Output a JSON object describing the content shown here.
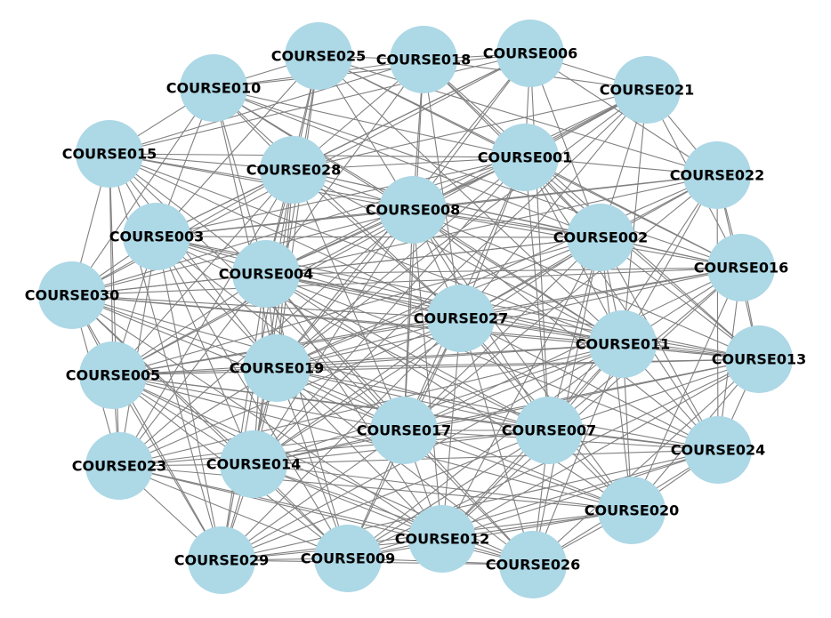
{
  "graph": {
    "node_color": "#add8e6",
    "edge_color": "#808080",
    "label_color": "#000000",
    "nodes": [
      {
        "id": "COURSE025",
        "label": "COURSE025"
      },
      {
        "id": "COURSE018",
        "label": "COURSE018"
      },
      {
        "id": "COURSE006",
        "label": "COURSE006"
      },
      {
        "id": "COURSE010",
        "label": "COURSE010"
      },
      {
        "id": "COURSE021",
        "label": "COURSE021"
      },
      {
        "id": "COURSE015",
        "label": "COURSE015"
      },
      {
        "id": "COURSE001",
        "label": "COURSE001"
      },
      {
        "id": "COURSE028",
        "label": "COURSE028"
      },
      {
        "id": "COURSE022",
        "label": "COURSE022"
      },
      {
        "id": "COURSE008",
        "label": "COURSE008"
      },
      {
        "id": "COURSE003",
        "label": "COURSE003"
      },
      {
        "id": "COURSE002",
        "label": "COURSE002"
      },
      {
        "id": "COURSE016",
        "label": "COURSE016"
      },
      {
        "id": "COURSE004",
        "label": "COURSE004"
      },
      {
        "id": "COURSE030",
        "label": "COURSE030"
      },
      {
        "id": "COURSE027",
        "label": "COURSE027"
      },
      {
        "id": "COURSE011",
        "label": "COURSE011"
      },
      {
        "id": "COURSE013",
        "label": "COURSE013"
      },
      {
        "id": "COURSE005",
        "label": "COURSE005"
      },
      {
        "id": "COURSE019",
        "label": "COURSE019"
      },
      {
        "id": "COURSE017",
        "label": "COURSE017"
      },
      {
        "id": "COURSE007",
        "label": "COURSE007"
      },
      {
        "id": "COURSE024",
        "label": "COURSE024"
      },
      {
        "id": "COURSE023",
        "label": "COURSE023"
      },
      {
        "id": "COURSE014",
        "label": "COURSE014"
      },
      {
        "id": "COURSE020",
        "label": "COURSE020"
      },
      {
        "id": "COURSE012",
        "label": "COURSE012"
      },
      {
        "id": "COURSE029",
        "label": "COURSE029"
      },
      {
        "id": "COURSE009",
        "label": "COURSE009"
      },
      {
        "id": "COURSE026",
        "label": "COURSE026"
      }
    ],
    "edges": [
      [
        "COURSE025",
        "COURSE018"
      ],
      [
        "COURSE025",
        "COURSE010"
      ],
      [
        "COURSE025",
        "COURSE028"
      ],
      [
        "COURSE025",
        "COURSE008"
      ],
      [
        "COURSE025",
        "COURSE001"
      ],
      [
        "COURSE025",
        "COURSE003"
      ],
      [
        "COURSE025",
        "COURSE004"
      ],
      [
        "COURSE025",
        "COURSE022"
      ],
      [
        "COURSE025",
        "COURSE016"
      ],
      [
        "COURSE025",
        "COURSE019"
      ],
      [
        "COURSE025",
        "COURSE011"
      ],
      [
        "COURSE025",
        "COURSE014"
      ],
      [
        "COURSE018",
        "COURSE006"
      ],
      [
        "COURSE018",
        "COURSE010"
      ],
      [
        "COURSE018",
        "COURSE021"
      ],
      [
        "COURSE018",
        "COURSE001"
      ],
      [
        "COURSE018",
        "COURSE008"
      ],
      [
        "COURSE018",
        "COURSE028"
      ],
      [
        "COURSE018",
        "COURSE002"
      ],
      [
        "COURSE018",
        "COURSE004"
      ],
      [
        "COURSE018",
        "COURSE027"
      ],
      [
        "COURSE018",
        "COURSE015"
      ],
      [
        "COURSE018",
        "COURSE013"
      ],
      [
        "COURSE018",
        "COURSE017"
      ],
      [
        "COURSE006",
        "COURSE021"
      ],
      [
        "COURSE006",
        "COURSE001"
      ],
      [
        "COURSE006",
        "COURSE008"
      ],
      [
        "COURSE006",
        "COURSE010"
      ],
      [
        "COURSE006",
        "COURSE028"
      ],
      [
        "COURSE006",
        "COURSE022"
      ],
      [
        "COURSE006",
        "COURSE002"
      ],
      [
        "COURSE006",
        "COURSE003"
      ],
      [
        "COURSE006",
        "COURSE015"
      ],
      [
        "COURSE006",
        "COURSE019"
      ],
      [
        "COURSE006",
        "COURSE007"
      ],
      [
        "COURSE006",
        "COURSE030"
      ],
      [
        "COURSE010",
        "COURSE015"
      ],
      [
        "COURSE010",
        "COURSE028"
      ],
      [
        "COURSE010",
        "COURSE003"
      ],
      [
        "COURSE010",
        "COURSE008"
      ],
      [
        "COURSE010",
        "COURSE001"
      ],
      [
        "COURSE010",
        "COURSE004"
      ],
      [
        "COURSE010",
        "COURSE002"
      ],
      [
        "COURSE010",
        "COURSE030"
      ],
      [
        "COURSE010",
        "COURSE027"
      ],
      [
        "COURSE010",
        "COURSE016"
      ],
      [
        "COURSE010",
        "COURSE019"
      ],
      [
        "COURSE010",
        "COURSE011"
      ],
      [
        "COURSE021",
        "COURSE022"
      ],
      [
        "COURSE021",
        "COURSE001"
      ],
      [
        "COURSE021",
        "COURSE002"
      ],
      [
        "COURSE021",
        "COURSE008"
      ],
      [
        "COURSE021",
        "COURSE016"
      ],
      [
        "COURSE021",
        "COURSE028"
      ],
      [
        "COURSE021",
        "COURSE004"
      ],
      [
        "COURSE021",
        "COURSE027"
      ],
      [
        "COURSE021",
        "COURSE011"
      ],
      [
        "COURSE021",
        "COURSE019"
      ],
      [
        "COURSE021",
        "COURSE005"
      ],
      [
        "COURSE021",
        "COURSE014"
      ],
      [
        "COURSE015",
        "COURSE003"
      ],
      [
        "COURSE015",
        "COURSE030"
      ],
      [
        "COURSE015",
        "COURSE028"
      ],
      [
        "COURSE015",
        "COURSE004"
      ],
      [
        "COURSE015",
        "COURSE005"
      ],
      [
        "COURSE015",
        "COURSE008"
      ],
      [
        "COURSE015",
        "COURSE001"
      ],
      [
        "COURSE015",
        "COURSE002"
      ],
      [
        "COURSE015",
        "COURSE019"
      ],
      [
        "COURSE015",
        "COURSE027"
      ],
      [
        "COURSE015",
        "COURSE023"
      ],
      [
        "COURSE015",
        "COURSE029"
      ],
      [
        "COURSE015",
        "COURSE017"
      ],
      [
        "COURSE015",
        "COURSE011"
      ],
      [
        "COURSE001",
        "COURSE028"
      ],
      [
        "COURSE001",
        "COURSE008"
      ],
      [
        "COURSE001",
        "COURSE002"
      ],
      [
        "COURSE001",
        "COURSE022"
      ],
      [
        "COURSE001",
        "COURSE016"
      ],
      [
        "COURSE001",
        "COURSE003"
      ],
      [
        "COURSE001",
        "COURSE004"
      ],
      [
        "COURSE001",
        "COURSE027"
      ],
      [
        "COURSE001",
        "COURSE011"
      ],
      [
        "COURSE001",
        "COURSE013"
      ],
      [
        "COURSE001",
        "COURSE019"
      ],
      [
        "COURSE001",
        "COURSE017"
      ],
      [
        "COURSE001",
        "COURSE007"
      ],
      [
        "COURSE001",
        "COURSE030"
      ],
      [
        "COURSE001",
        "COURSE024"
      ],
      [
        "COURSE001",
        "COURSE014"
      ],
      [
        "COURSE028",
        "COURSE008"
      ],
      [
        "COURSE028",
        "COURSE003"
      ],
      [
        "COURSE028",
        "COURSE004"
      ],
      [
        "COURSE028",
        "COURSE002"
      ],
      [
        "COURSE028",
        "COURSE030"
      ],
      [
        "COURSE028",
        "COURSE027"
      ],
      [
        "COURSE028",
        "COURSE019"
      ],
      [
        "COURSE028",
        "COURSE005"
      ],
      [
        "COURSE028",
        "COURSE011"
      ],
      [
        "COURSE028",
        "COURSE016"
      ],
      [
        "COURSE028",
        "COURSE017"
      ],
      [
        "COURSE028",
        "COURSE014"
      ],
      [
        "COURSE028",
        "COURSE023"
      ],
      [
        "COURSE028",
        "COURSE029"
      ],
      [
        "COURSE022",
        "COURSE016"
      ],
      [
        "COURSE022",
        "COURSE002"
      ],
      [
        "COURSE022",
        "COURSE008"
      ],
      [
        "COURSE022",
        "COURSE013"
      ],
      [
        "COURSE022",
        "COURSE011"
      ],
      [
        "COURSE022",
        "COURSE027"
      ],
      [
        "COURSE022",
        "COURSE003"
      ],
      [
        "COURSE022",
        "COURSE004"
      ],
      [
        "COURSE022",
        "COURSE024"
      ],
      [
        "COURSE022",
        "COURSE019"
      ],
      [
        "COURSE022",
        "COURSE007"
      ],
      [
        "COURSE022",
        "COURSE017"
      ],
      [
        "COURSE008",
        "COURSE002"
      ],
      [
        "COURSE008",
        "COURSE003"
      ],
      [
        "COURSE008",
        "COURSE004"
      ],
      [
        "COURSE008",
        "COURSE027"
      ],
      [
        "COURSE008",
        "COURSE016"
      ],
      [
        "COURSE008",
        "COURSE030"
      ],
      [
        "COURSE008",
        "COURSE011"
      ],
      [
        "COURSE008",
        "COURSE019"
      ],
      [
        "COURSE008",
        "COURSE005"
      ],
      [
        "COURSE008",
        "COURSE013"
      ],
      [
        "COURSE008",
        "COURSE017"
      ],
      [
        "COURSE008",
        "COURSE007"
      ],
      [
        "COURSE008",
        "COURSE014"
      ],
      [
        "COURSE008",
        "COURSE024"
      ],
      [
        "COURSE008",
        "COURSE020"
      ],
      [
        "COURSE008",
        "COURSE023"
      ],
      [
        "COURSE008",
        "COURSE012"
      ],
      [
        "COURSE003",
        "COURSE030"
      ],
      [
        "COURSE003",
        "COURSE004"
      ],
      [
        "COURSE003",
        "COURSE005"
      ],
      [
        "COURSE003",
        "COURSE019"
      ],
      [
        "COURSE003",
        "COURSE027"
      ],
      [
        "COURSE003",
        "COURSE002"
      ],
      [
        "COURSE003",
        "COURSE014"
      ],
      [
        "COURSE003",
        "COURSE023"
      ],
      [
        "COURSE003",
        "COURSE017"
      ],
      [
        "COURSE003",
        "COURSE011"
      ],
      [
        "COURSE003",
        "COURSE029"
      ],
      [
        "COURSE003",
        "COURSE009"
      ],
      [
        "COURSE003",
        "COURSE013"
      ],
      [
        "COURSE003",
        "COURSE007"
      ],
      [
        "COURSE002",
        "COURSE016"
      ],
      [
        "COURSE002",
        "COURSE027"
      ],
      [
        "COURSE002",
        "COURSE011"
      ],
      [
        "COURSE002",
        "COURSE013"
      ],
      [
        "COURSE002",
        "COURSE004"
      ],
      [
        "COURSE002",
        "COURSE007"
      ],
      [
        "COURSE002",
        "COURSE024"
      ],
      [
        "COURSE002",
        "COURSE019"
      ],
      [
        "COURSE002",
        "COURSE017"
      ],
      [
        "COURSE002",
        "COURSE020"
      ],
      [
        "COURSE002",
        "COURSE005"
      ],
      [
        "COURSE002",
        "COURSE030"
      ],
      [
        "COURSE002",
        "COURSE014"
      ],
      [
        "COURSE002",
        "COURSE012"
      ],
      [
        "COURSE002",
        "COURSE026"
      ],
      [
        "COURSE016",
        "COURSE013"
      ],
      [
        "COURSE016",
        "COURSE011"
      ],
      [
        "COURSE016",
        "COURSE027"
      ],
      [
        "COURSE016",
        "COURSE024"
      ],
      [
        "COURSE016",
        "COURSE007"
      ],
      [
        "COURSE016",
        "COURSE004"
      ],
      [
        "COURSE016",
        "COURSE019"
      ],
      [
        "COURSE016",
        "COURSE020"
      ],
      [
        "COURSE016",
        "COURSE017"
      ],
      [
        "COURSE016",
        "COURSE030"
      ],
      [
        "COURSE016",
        "COURSE005"
      ],
      [
        "COURSE016",
        "COURSE012"
      ],
      [
        "COURSE004",
        "COURSE030"
      ],
      [
        "COURSE004",
        "COURSE027"
      ],
      [
        "COURSE004",
        "COURSE019"
      ],
      [
        "COURSE004",
        "COURSE005"
      ],
      [
        "COURSE004",
        "COURSE011"
      ],
      [
        "COURSE004",
        "COURSE017"
      ],
      [
        "COURSE004",
        "COURSE014"
      ],
      [
        "COURSE004",
        "COURSE023"
      ],
      [
        "COURSE004",
        "COURSE007"
      ],
      [
        "COURSE004",
        "COURSE013"
      ],
      [
        "COURSE004",
        "COURSE029"
      ],
      [
        "COURSE004",
        "COURSE009"
      ],
      [
        "COURSE004",
        "COURSE012"
      ],
      [
        "COURSE004",
        "COURSE020"
      ],
      [
        "COURSE004",
        "COURSE024"
      ],
      [
        "COURSE004",
        "COURSE026"
      ],
      [
        "COURSE030",
        "COURSE005"
      ],
      [
        "COURSE030",
        "COURSE019"
      ],
      [
        "COURSE030",
        "COURSE027"
      ],
      [
        "COURSE030",
        "COURSE023"
      ],
      [
        "COURSE030",
        "COURSE014"
      ],
      [
        "COURSE030",
        "COURSE017"
      ],
      [
        "COURSE030",
        "COURSE029"
      ],
      [
        "COURSE030",
        "COURSE011"
      ],
      [
        "COURSE030",
        "COURSE013"
      ],
      [
        "COURSE030",
        "COURSE009"
      ],
      [
        "COURSE030",
        "COURSE007"
      ],
      [
        "COURSE030",
        "COURSE012"
      ],
      [
        "COURSE027",
        "COURSE011"
      ],
      [
        "COURSE027",
        "COURSE019"
      ],
      [
        "COURSE027",
        "COURSE017"
      ],
      [
        "COURSE027",
        "COURSE007"
      ],
      [
        "COURSE027",
        "COURSE013"
      ],
      [
        "COURSE027",
        "COURSE005"
      ],
      [
        "COURSE027",
        "COURSE014"
      ],
      [
        "COURSE027",
        "COURSE024"
      ],
      [
        "COURSE027",
        "COURSE020"
      ],
      [
        "COURSE027",
        "COURSE012"
      ],
      [
        "COURSE027",
        "COURSE023"
      ],
      [
        "COURSE027",
        "COURSE029"
      ],
      [
        "COURSE027",
        "COURSE009"
      ],
      [
        "COURSE027",
        "COURSE026"
      ],
      [
        "COURSE011",
        "COURSE013"
      ],
      [
        "COURSE011",
        "COURSE024"
      ],
      [
        "COURSE011",
        "COURSE007"
      ],
      [
        "COURSE011",
        "COURSE017"
      ],
      [
        "COURSE011",
        "COURSE019"
      ],
      [
        "COURSE011",
        "COURSE020"
      ],
      [
        "COURSE011",
        "COURSE014"
      ],
      [
        "COURSE011",
        "COURSE005"
      ],
      [
        "COURSE011",
        "COURSE012"
      ],
      [
        "COURSE011",
        "COURSE026"
      ],
      [
        "COURSE011",
        "COURSE009"
      ],
      [
        "COURSE011",
        "COURSE029"
      ],
      [
        "COURSE011",
        "COURSE023"
      ],
      [
        "COURSE013",
        "COURSE024"
      ],
      [
        "COURSE013",
        "COURSE007"
      ],
      [
        "COURSE013",
        "COURSE020"
      ],
      [
        "COURSE013",
        "COURSE017"
      ],
      [
        "COURSE013",
        "COURSE019"
      ],
      [
        "COURSE013",
        "COURSE026"
      ],
      [
        "COURSE013",
        "COURSE012"
      ],
      [
        "COURSE013",
        "COURSE005"
      ],
      [
        "COURSE013",
        "COURSE014"
      ],
      [
        "COURSE013",
        "COURSE009"
      ],
      [
        "COURSE005",
        "COURSE019"
      ],
      [
        "COURSE005",
        "COURSE023"
      ],
      [
        "COURSE005",
        "COURSE014"
      ],
      [
        "COURSE005",
        "COURSE017"
      ],
      [
        "COURSE005",
        "COURSE029"
      ],
      [
        "COURSE005",
        "COURSE009"
      ],
      [
        "COURSE005",
        "COURSE007"
      ],
      [
        "COURSE005",
        "COURSE012"
      ],
      [
        "COURSE005",
        "COURSE024"
      ],
      [
        "COURSE005",
        "COURSE020"
      ],
      [
        "COURSE005",
        "COURSE026"
      ],
      [
        "COURSE019",
        "COURSE017"
      ],
      [
        "COURSE019",
        "COURSE014"
      ],
      [
        "COURSE019",
        "COURSE023"
      ],
      [
        "COURSE019",
        "COURSE007"
      ],
      [
        "COURSE019",
        "COURSE029"
      ],
      [
        "COURSE019",
        "COURSE009"
      ],
      [
        "COURSE019",
        "COURSE012"
      ],
      [
        "COURSE019",
        "COURSE024"
      ],
      [
        "COURSE019",
        "COURSE020"
      ],
      [
        "COURSE019",
        "COURSE026"
      ],
      [
        "COURSE017",
        "COURSE007"
      ],
      [
        "COURSE017",
        "COURSE014"
      ],
      [
        "COURSE017",
        "COURSE012"
      ],
      [
        "COURSE017",
        "COURSE009"
      ],
      [
        "COURSE017",
        "COURSE029"
      ],
      [
        "COURSE017",
        "COURSE023"
      ],
      [
        "COURSE017",
        "COURSE020"
      ],
      [
        "COURSE017",
        "COURSE024"
      ],
      [
        "COURSE017",
        "COURSE026"
      ],
      [
        "COURSE007",
        "COURSE024"
      ],
      [
        "COURSE007",
        "COURSE020"
      ],
      [
        "COURSE007",
        "COURSE012"
      ],
      [
        "COURSE007",
        "COURSE026"
      ],
      [
        "COURSE007",
        "COURSE014"
      ],
      [
        "COURSE007",
        "COURSE009"
      ],
      [
        "COURSE007",
        "COURSE029"
      ],
      [
        "COURSE007",
        "COURSE023"
      ],
      [
        "COURSE024",
        "COURSE020"
      ],
      [
        "COURSE024",
        "COURSE026"
      ],
      [
        "COURSE024",
        "COURSE012"
      ],
      [
        "COURSE024",
        "COURSE014"
      ],
      [
        "COURSE024",
        "COURSE009"
      ],
      [
        "COURSE024",
        "COURSE029"
      ],
      [
        "COURSE023",
        "COURSE014"
      ],
      [
        "COURSE023",
        "COURSE029"
      ],
      [
        "COURSE023",
        "COURSE009"
      ],
      [
        "COURSE023",
        "COURSE012"
      ],
      [
        "COURSE023",
        "COURSE020"
      ],
      [
        "COURSE023",
        "COURSE026"
      ],
      [
        "COURSE014",
        "COURSE029"
      ],
      [
        "COURSE014",
        "COURSE009"
      ],
      [
        "COURSE014",
        "COURSE012"
      ],
      [
        "COURSE014",
        "COURSE020"
      ],
      [
        "COURSE014",
        "COURSE026"
      ],
      [
        "COURSE020",
        "COURSE026"
      ],
      [
        "COURSE020",
        "COURSE012"
      ],
      [
        "COURSE020",
        "COURSE009"
      ],
      [
        "COURSE020",
        "COURSE029"
      ],
      [
        "COURSE012",
        "COURSE026"
      ],
      [
        "COURSE012",
        "COURSE009"
      ],
      [
        "COURSE012",
        "COURSE029"
      ],
      [
        "COURSE029",
        "COURSE009"
      ],
      [
        "COURSE029",
        "COURSE026"
      ],
      [
        "COURSE009",
        "COURSE026"
      ]
    ]
  }
}
